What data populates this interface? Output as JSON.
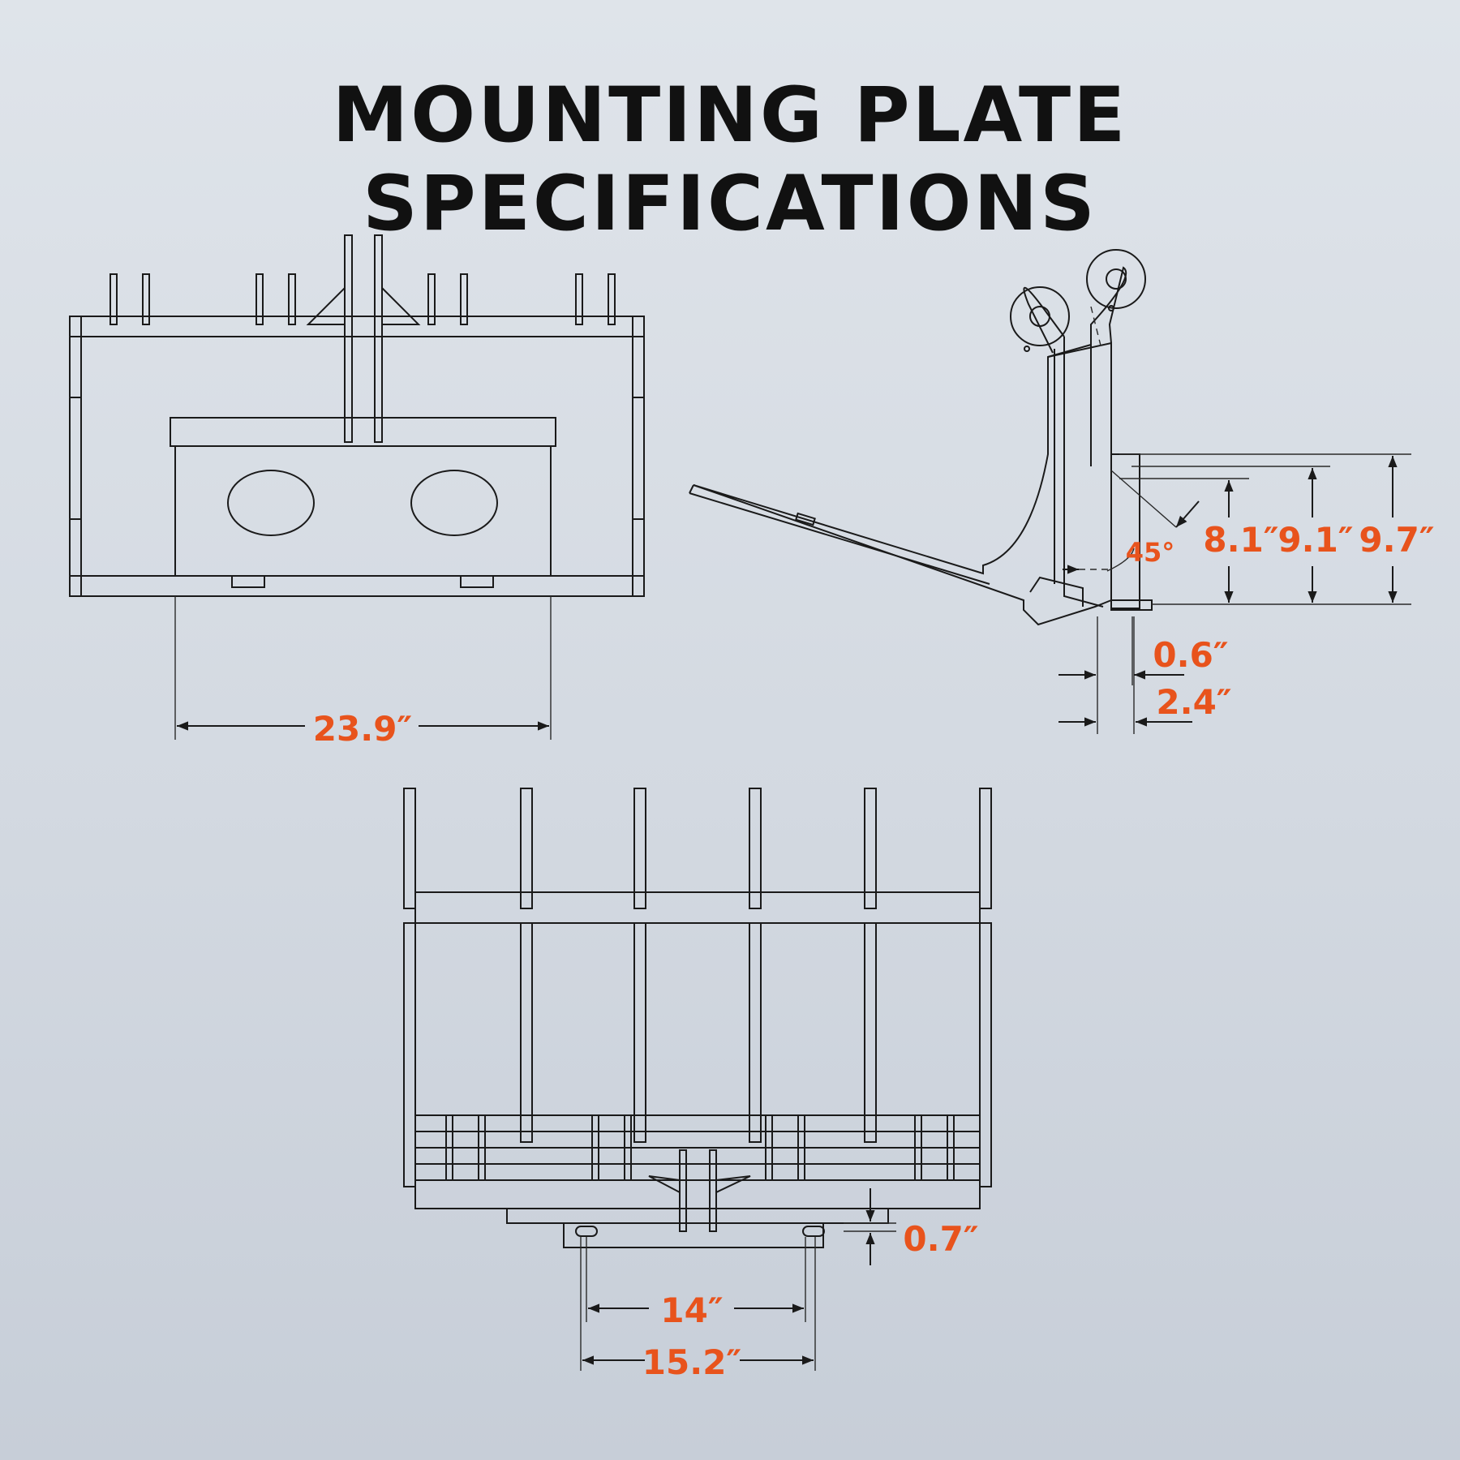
{
  "title": "MOUNTING PLATE SPECIFICATIONS",
  "dimensions": {
    "front_width": "23.9″",
    "height_a": "8.1″",
    "height_b": "9.1″",
    "height_c": "9.7″",
    "angle": "45°",
    "offset_a": "0.6″",
    "offset_b": "2.4″",
    "plate_thickness": "0.7″",
    "slot_spacing_inner": "14″",
    "slot_spacing_outer": "15.2″"
  },
  "colors": {
    "dimension": "#e8531c",
    "line": "#1a1a1a",
    "title": "#111111"
  }
}
